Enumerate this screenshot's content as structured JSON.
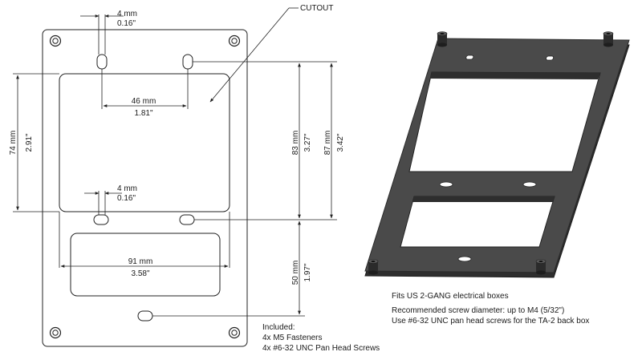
{
  "callout": {
    "cutout": "CUTOUT"
  },
  "dimensions": {
    "slot_width_top": {
      "mm": "4 mm",
      "in": "0.16\""
    },
    "slot_spacing": {
      "mm": "46 mm",
      "in": "1.81\""
    },
    "slot_width_bottom": {
      "mm": "4 mm",
      "in": "0.16\""
    },
    "cutout_width": {
      "mm": "91 mm",
      "in": "3.58\""
    },
    "cutout_height_left": {
      "mm": "74 mm",
      "in": "2.91\""
    },
    "slot_vertical": {
      "mm": "83 mm",
      "in": "3.27\""
    },
    "overall_vertical": {
      "mm": "87 mm",
      "in": "3.42\""
    },
    "lower_vertical": {
      "mm": "50 mm",
      "in": "1.97\""
    }
  },
  "notes": {
    "included_title": "Included:",
    "included_items": [
      "4x M5 Fasteners",
      "4x #6-32 UNC Pan Head Screws"
    ],
    "fits": "Fits US 2-GANG electrical boxes",
    "screw_diameter": "Recommended screw diameter: up to M4 (5/32\")",
    "screw_usage": "Use #6-32 UNC pan head screws for the TA-2 back box"
  },
  "colors": {
    "plate": "#4a4a4a",
    "plate_edge": "#2e2e2e",
    "line": "#222222"
  }
}
